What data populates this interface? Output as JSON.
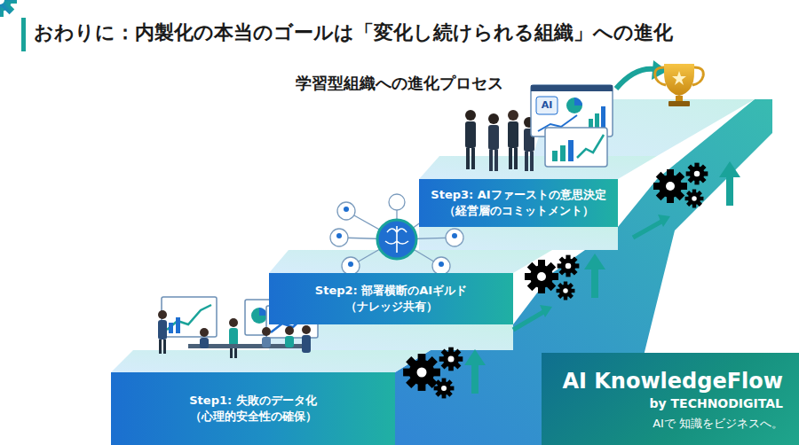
{
  "diagram": {
    "title": "おわりに：内製化の本当のゴールは「変化し続けられる組織」への進化",
    "nodes": [
      {
        "text": [
          "Step1: 失敗のデータ化",
          "（心理的安全性の確保）"
        ]
      },
      {
        "text": [
          "Step2: 部署横断のAIギルド",
          "（ナレッジ共有）"
        ]
      },
      {
        "text": [
          "Step3: AIファーストの意思決定",
          "（経営層のコミットメント）"
        ]
      },
      {
        "text": [
          "AI KnowledgeFlow",
          "by TECHNODIGITAL",
          "AIで 知識をビジネスへ。"
        ]
      }
    ],
    "labels": [
      "学習型組織への進化プロセス",
      "AI"
    ]
  }
}
